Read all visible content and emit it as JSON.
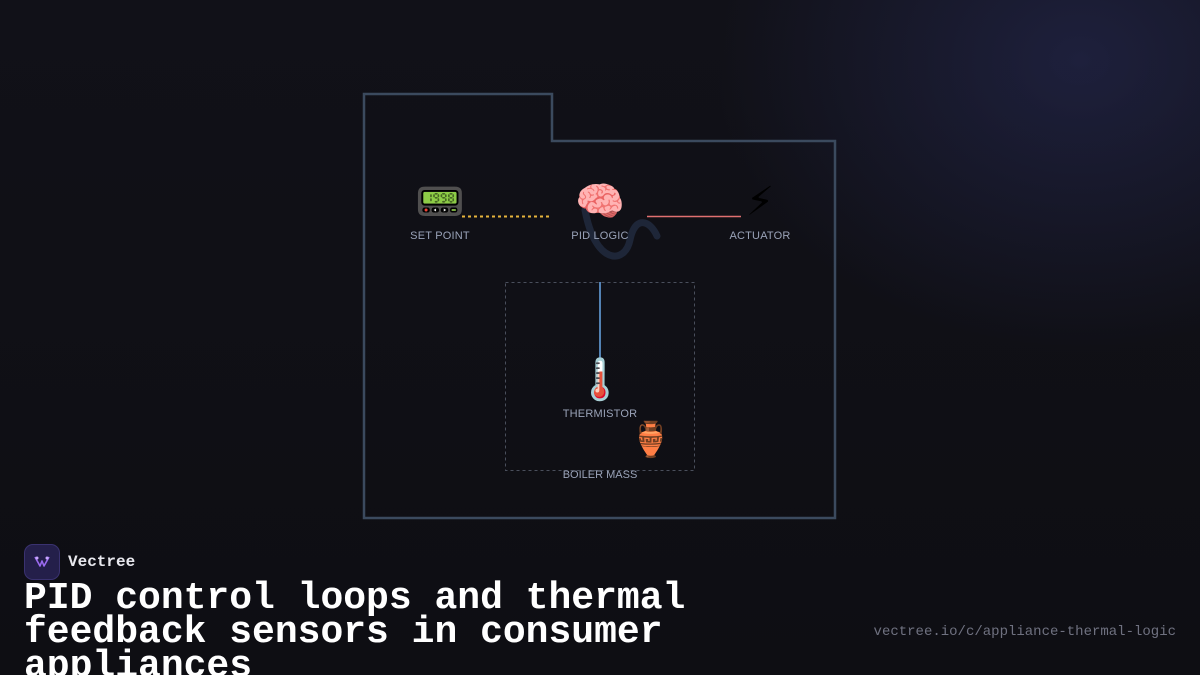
{
  "diagram": {
    "nodes": {
      "set_point": {
        "label": "SET POINT",
        "icon": "pager-icon",
        "glyph": "📟"
      },
      "pid_logic": {
        "label": "PID LOGIC",
        "icon": "brain-icon",
        "glyph": "🧠"
      },
      "actuator": {
        "label": "ACTUATOR",
        "icon": "lightning-icon",
        "glyph": "⚡"
      },
      "thermistor": {
        "label": "THERMISTOR",
        "icon": "thermometer-icon",
        "glyph": "🌡️"
      },
      "boiler_mass_icon": {
        "icon": "amphora-icon",
        "glyph": "🏺"
      }
    },
    "group": {
      "label": "BOILER MASS"
    },
    "edges": [
      {
        "from": "set_point",
        "to": "pid_logic",
        "style": "dotted",
        "color": "#e6b43c"
      },
      {
        "from": "pid_logic",
        "to": "actuator",
        "style": "solid",
        "color": "#e07070"
      },
      {
        "from": "pid_logic",
        "to": "thermistor",
        "style": "solid",
        "color": "#6aa8e8"
      }
    ],
    "colors": {
      "outline": "#3b4a5e",
      "group_border": "#4a4f5c",
      "squiggle": "#1e2638"
    }
  },
  "brand": {
    "name": "Vectree",
    "logo_icon": "vectree-logo-icon"
  },
  "title": "PID control loops and thermal feedback sensors in consumer appliances",
  "url": "vectree.io/c/appliance-thermal-logic"
}
